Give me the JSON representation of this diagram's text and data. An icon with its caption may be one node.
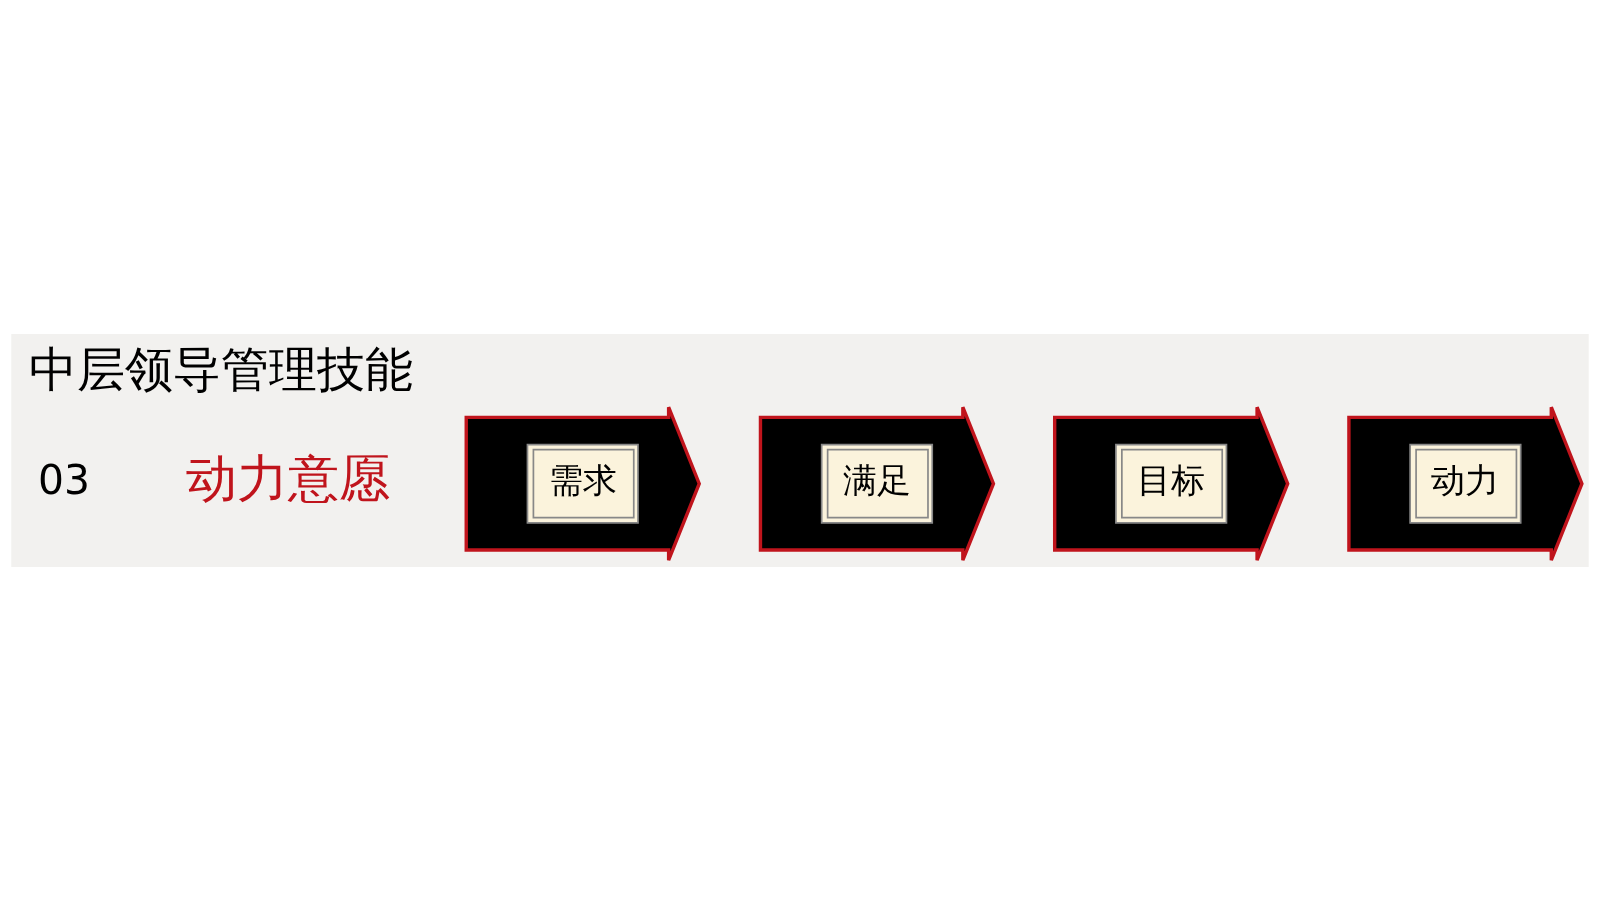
{
  "diagram": {
    "title": "中层领导管理技能",
    "nodes": [
      {
        "text": [
          "需求"
        ]
      },
      {
        "text": [
          "满足"
        ]
      },
      {
        "text": [
          "目标"
        ]
      },
      {
        "text": [
          "动力"
        ]
      }
    ],
    "labels": [
      "03",
      "动力意愿"
    ]
  }
}
